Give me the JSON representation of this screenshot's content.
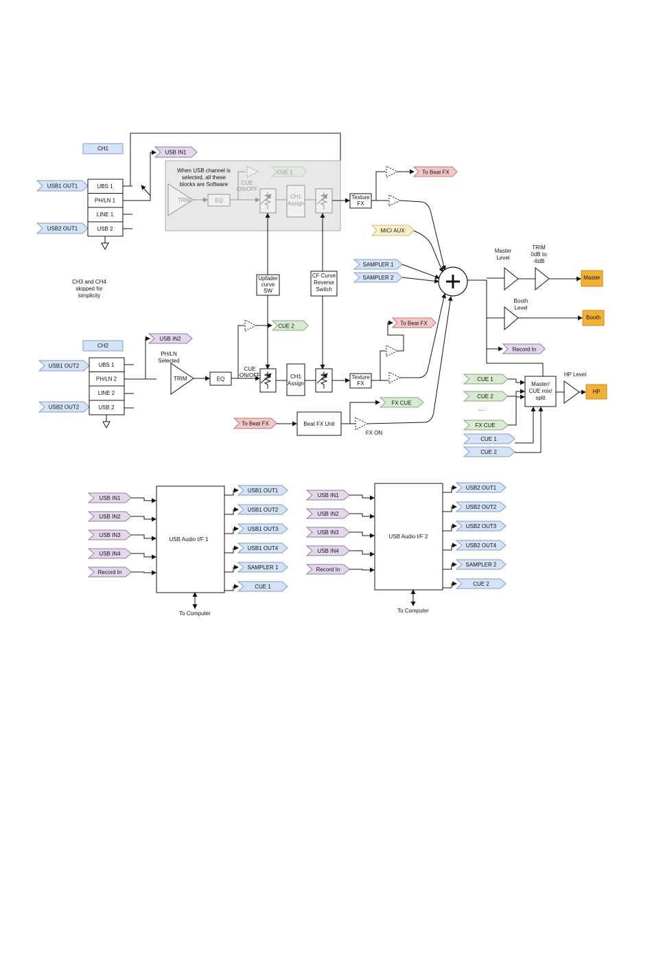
{
  "ch1": {
    "label": "CH1",
    "usb_in": "USB IN1",
    "usb1_out": "USB1 OUT1",
    "usb2_out": "USB2 OUT1",
    "inputs": [
      "UBS 1",
      "PH/LN 1",
      "LINE 1",
      "USB 2"
    ],
    "note": [
      "When USB channel is",
      "selected, all these",
      "blocks are Software"
    ],
    "trim": "TRIM",
    "eq": "EQ",
    "cue_onoff": [
      "CUE",
      "ON/OFF"
    ],
    "cue": "CUE 1",
    "assign": [
      "CH1",
      "Assign"
    ],
    "texture_fx": [
      "Texture",
      "FX"
    ],
    "to_beat_fx": "To Beat FX"
  },
  "ch3_note": [
    "CH3 and CH4",
    "skipped for",
    "simplicity"
  ],
  "upfader": [
    "Upfader",
    "curve",
    "SW"
  ],
  "cf_curve": [
    "CF Curve",
    "Reverse",
    "Switch"
  ],
  "ch2": {
    "label": "CH2",
    "usb_in": "USB IN2",
    "usb1_out": "USB1 OUT2",
    "usb2_out": "USB2 OUT2",
    "inputs": [
      "UBS 1",
      "PH/LN 2",
      "LINE 2",
      "USB 2"
    ],
    "phln_selected": [
      "PH/LN",
      "Selected"
    ],
    "trim": "TRIM",
    "eq": "EQ",
    "cue_onoff": [
      "CUE",
      "ON/OFF"
    ],
    "cue": "CUE 2",
    "assign": [
      "CH1",
      "Assign"
    ],
    "texture_fx": [
      "Texture",
      "FX"
    ],
    "to_beat_fx": "To Beat FX"
  },
  "mic_aux": "MIC/ AUX",
  "sampler1": "SAMPLER 1",
  "sampler2": "SAMPLER 2",
  "master_level": [
    "Master",
    "Level"
  ],
  "trim_master": [
    "TRIM",
    "0dB to",
    "-6dB"
  ],
  "master": "Master",
  "booth_level": [
    "Booth",
    "Level"
  ],
  "booth": "Booth",
  "record_in": "Record In",
  "hp_level": "HP Level",
  "hp": "HP",
  "mix_split": [
    "Master/",
    "CUE mix/",
    "split"
  ],
  "cue_inputs_green": [
    "CUE 1",
    "CUE 2"
  ],
  "ellipsis": "....",
  "fx_cue": "FX CUE",
  "cue_inputs_blue": [
    "CUE 1",
    "CUE 2"
  ],
  "beat_fx": {
    "in": "To Beat FX",
    "unit": "Beat FX Unit",
    "fx_cue": "FX CUE",
    "fx_on": "FX ON"
  },
  "usb_if1": {
    "title": "USB Audio I/F 1",
    "inputs": [
      "USB IN1",
      "USB IN2",
      "USB IN3",
      "USB IN4",
      "Record In"
    ],
    "outputs": [
      "USB1 OUT1",
      "USB1 OUT2",
      "USB1 OUT3",
      "USB1 OUT4",
      "SAMPLER 1",
      "CUE 1"
    ],
    "to_computer": "To Computer"
  },
  "usb_if2": {
    "title": "USB Audio I/F 2",
    "inputs": [
      "USB IN1",
      "USB IN2",
      "USB IN3",
      "USB IN4",
      "Record In"
    ],
    "outputs": [
      "USB2 OUT1",
      "USB2 OUT2",
      "USB2 OUT3",
      "USB2 OUT4",
      "SAMPLER 2",
      "CUE 2"
    ],
    "to_computer": "To Computer"
  },
  "colors": {
    "usb_out": "#d6e3f6",
    "usb_in": "#e3d7ea",
    "cue": "#d7ead2",
    "beat_fx": "#f4c8c8",
    "mic": "#fbf0cc",
    "output": "#f2b035"
  }
}
